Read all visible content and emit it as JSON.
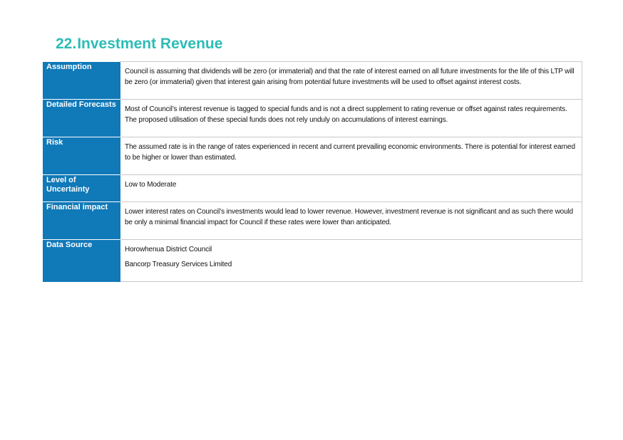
{
  "document": {
    "section_number": "22.",
    "section_title": "Investment Revenue"
  },
  "table": {
    "rows": [
      {
        "label": "Assumption",
        "value": "Council is assuming that dividends will be zero (or immaterial) and that the rate of interest earned on all future investments for the life of this LTP will be zero (or immaterial) given that interest gain arising from potential future investments will be used to offset against interest costs."
      },
      {
        "label": "Detailed Forecasts",
        "value": "Most of Council’s interest revenue is tagged to special funds and is not a direct supplement to rating revenue or offset against rates requirements. The proposed utilisation of these special funds does not rely unduly on accumulations of interest earnings."
      },
      {
        "label": "Risk",
        "value": "The assumed rate is in the range of rates experienced in recent and current prevailing economic environments. There is potential for interest earned to be higher or lower than estimated."
      },
      {
        "label": "Level of Uncertainty",
        "value": "Low to Moderate"
      },
      {
        "label": "Financial impact",
        "value": "Lower interest rates on Council’s investments would lead to lower revenue. However, investment revenue is not significant and as such there would be only a minimal financial impact for Council if these rates were lower than anticipated."
      },
      {
        "label": "Data Source",
        "values": [
          "Horowhenua District Council",
          "Bancorp Treasury Services Limited"
        ]
      }
    ]
  },
  "colors": {
    "heading": "#2bbcb5",
    "label_background": "#1079b8",
    "label_text": "#ffffff",
    "cell_border": "#c9c9c9"
  }
}
